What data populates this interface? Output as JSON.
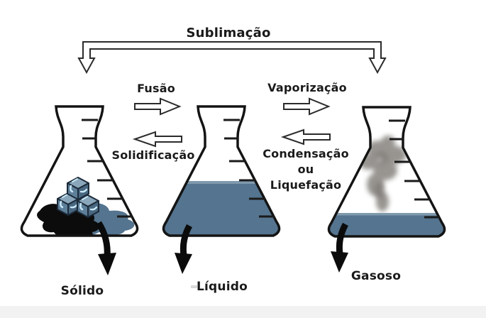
{
  "diagram": {
    "title_label": "Sublimação",
    "transitions": {
      "fusao": {
        "label": "Fusão"
      },
      "solidificacao": {
        "label": "Solidificação"
      },
      "vaporizacao": {
        "label": "Vaporização"
      },
      "condensacao": {
        "lines": [
          "Condensação",
          "ou",
          "Liquefação"
        ]
      }
    },
    "states": {
      "solido": {
        "label": "Sólido"
      },
      "liquido": {
        "label": "Líquido"
      },
      "gasoso": {
        "label": "Gasoso"
      }
    },
    "colors": {
      "liquid": "#54748F",
      "liquid_surface": "#7F99AD",
      "outline": "#141414",
      "smoke": "#8D8A85",
      "ice_face": "#5D7F99",
      "ice_top": "#8AA6BA",
      "ice_highlight": "#C9E8F8",
      "black_arrow": "#0B0B0B"
    }
  }
}
